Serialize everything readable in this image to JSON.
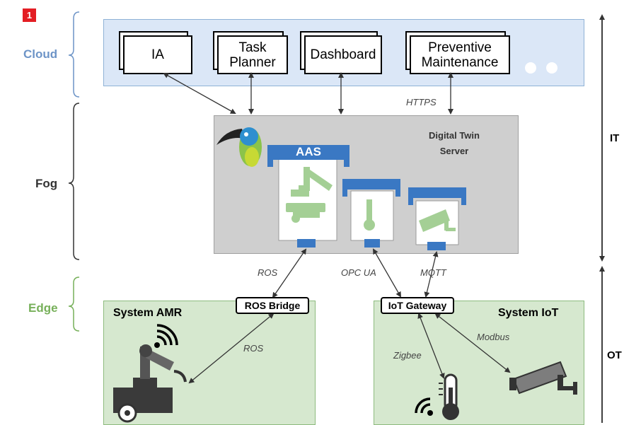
{
  "badge": "1",
  "layers": {
    "cloud": "Cloud",
    "fog": "Fog",
    "edge": "Edge"
  },
  "cloud_services": {
    "ia": "IA",
    "task_planner_line1": "Task",
    "task_planner_line2": "Planner",
    "dashboard": "Dashboard",
    "preventive_line1": "Preventive",
    "preventive_line2": "Maintenance"
  },
  "fog": {
    "server_line1": "Digital Twin",
    "server_line2": "Server",
    "aas": "AAS"
  },
  "protocols": {
    "https": "HTTPS",
    "ros_top": "ROS",
    "opcua": "OPC UA",
    "mqtt": "MQTT",
    "ros_edge": "ROS",
    "zigbee": "Zigbee",
    "modbus": "Modbus"
  },
  "edge": {
    "system_amr": "System AMR",
    "system_iot": "System IoT",
    "ros_bridge": "ROS Bridge",
    "iot_gateway": "IoT Gateway"
  },
  "zones": {
    "it": "IT",
    "ot": "OT"
  },
  "colors": {
    "cloud_label": "#6d94c7",
    "fog_label": "#333333",
    "edge_label": "#77b05a",
    "aas_blue": "#3a78c3",
    "twin_green": "#a4cf95"
  }
}
